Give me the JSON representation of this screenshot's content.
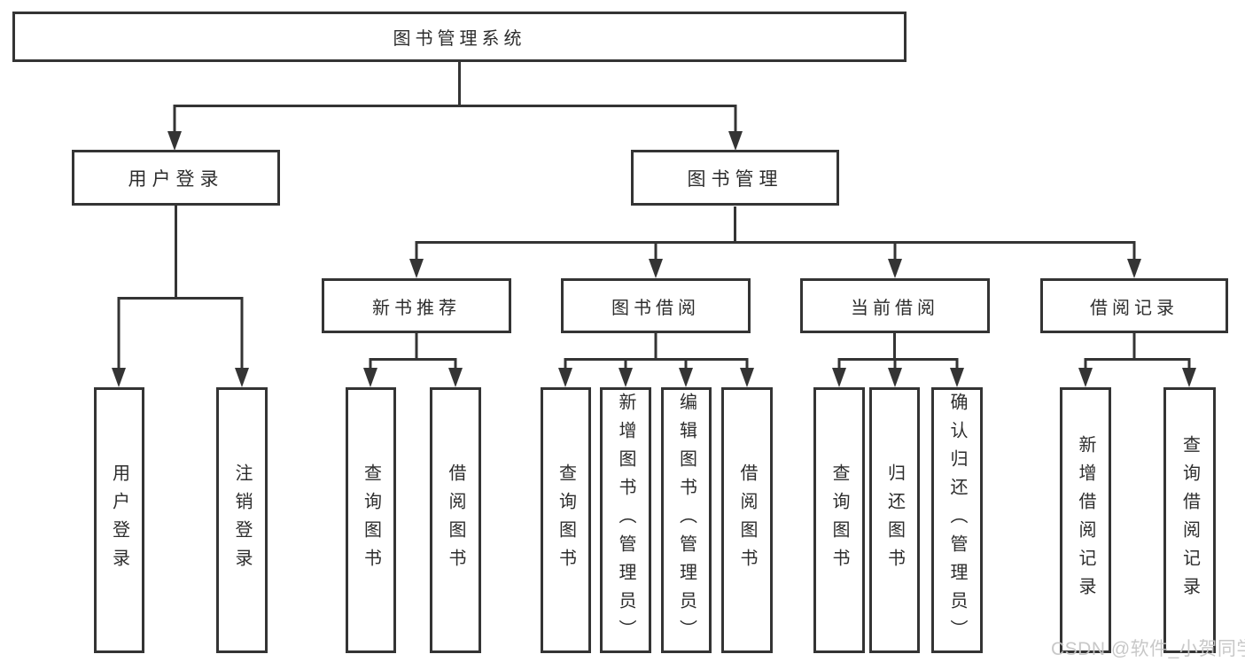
{
  "diagram": {
    "type": "hierarchy-tree",
    "tree": {
      "label": "图书管理系统",
      "children": [
        {
          "label": "用户登录",
          "children": [
            {
              "label": "用户登录"
            },
            {
              "label": "注销登录"
            }
          ]
        },
        {
          "label": "图书管理",
          "children": [
            {
              "label": "新书推荐",
              "children": [
                {
                  "label": "查询图书"
                },
                {
                  "label": "借阅图书"
                }
              ]
            },
            {
              "label": "图书借阅",
              "children": [
                {
                  "label": "查询图书"
                },
                {
                  "label": "新增图书（管理员）"
                },
                {
                  "label": "编辑图书（管理员）"
                },
                {
                  "label": "借阅图书"
                }
              ]
            },
            {
              "label": "当前借阅",
              "children": [
                {
                  "label": "查询图书"
                },
                {
                  "label": "归还图书"
                },
                {
                  "label": "确认归还（管理员）"
                }
              ]
            },
            {
              "label": "借阅记录",
              "children": [
                {
                  "label": "新增借阅记录"
                },
                {
                  "label": "查询借阅记录"
                }
              ]
            }
          ]
        }
      ]
    },
    "colors": {
      "background": "#ffffff",
      "box_border": "#343434",
      "connector_line": "#343434",
      "text": "#2d2d2d",
      "watermark_text": "#c5c5c5"
    }
  },
  "watermark": {
    "text": "CSDN @软件_小贺同学"
  }
}
